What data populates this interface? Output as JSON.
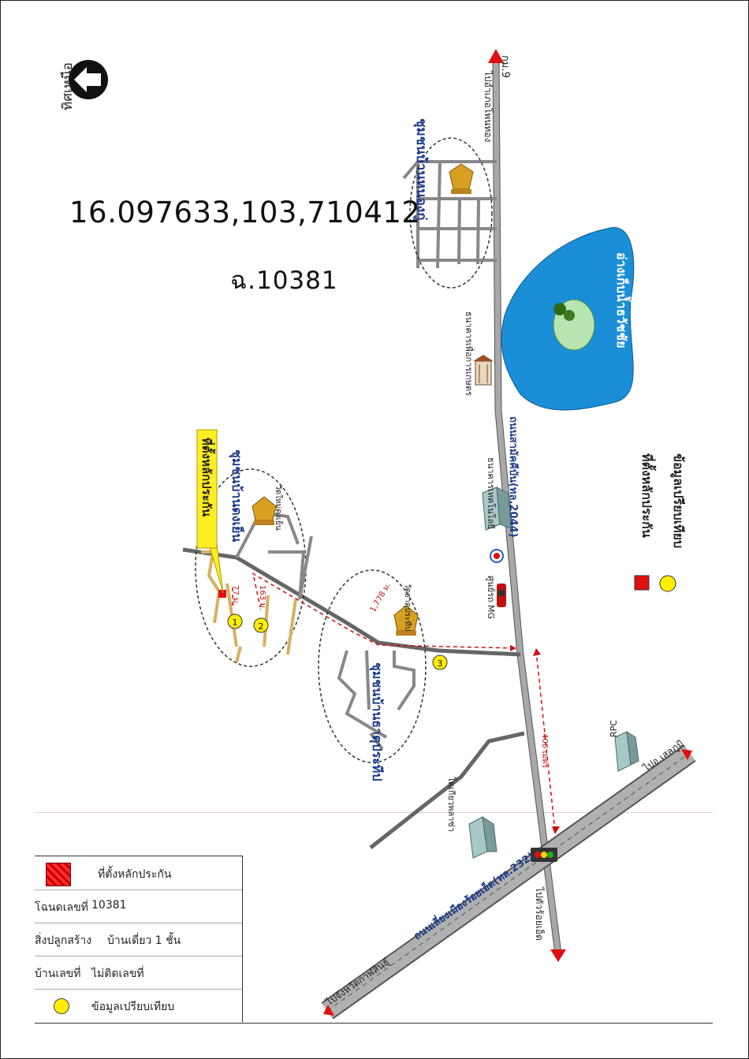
{
  "coords": "16.097633,103,710412",
  "deed": "ฉ.10381",
  "north_label": "ทิศเหนือ",
  "km_label": "กม.9",
  "roads": {
    "to_phon_thong": "ไปอำเภอโพนทอง",
    "route_2044": "ถนนสามัคคีบัน(ทล.2044)",
    "bypass_232": "ถนนเลี่ยงเมืองร้อยเอ็ด(ทล.232)",
    "to_selaphum": "ไปอ.เสลภูมิ",
    "to_kalasin": "ไปจังหวัดกาฬสินธุ์",
    "to_roi_et": "ไปตัวร้อยเอ็ด"
  },
  "places": {
    "community_nong_ku": "ชุมชนบ้านหนองกู่",
    "community_dong_yen": "ชุมชนบ้านดงเย็น",
    "community_that_prathip": "ชุมชนบ้านธาตุประทีป",
    "reservoir": "อ่างเก็บน้ำธวัชชัย",
    "temple_that": "วัดธาตุประทีป",
    "temple_dong": "วัดใหม่ดงเย็น",
    "bank": "ธนาคารเพื่อการเกษตร",
    "school": "ธนาคารเทคโนโลยี",
    "mg_center": "ศูนย์รถ MG",
    "rpc": "RPC",
    "market": "โตเกียวพลาซ่า",
    "collateral_callout": "ที่ตั้งหลักประกัน"
  },
  "distances": {
    "d1": "77 ม.",
    "d2": "163 ม.",
    "d3": "1,778 ม.",
    "d4": "400 เมตร"
  },
  "markers": [
    "1",
    "2",
    "3"
  ],
  "right_legend": {
    "collateral": "ที่ตั้งหลักประกัน",
    "comparison": "ข้อมูลเปรียบเทียบ"
  },
  "legend": {
    "row0_label": "ที่ตั้งหลักประกัน",
    "row1_label": "โฉนดเลขที่",
    "row1_value": "10381",
    "row2_label": "สิ่งปลูกสร้าง",
    "row2_value": "บ้านเดี่ยว 1 ชั้น",
    "row3_label": "บ้านเลขที่",
    "row3_value": "ไม่ติดเลขที่",
    "row4_label": "ข้อมูลเปรียบเทียบ"
  },
  "colors": {
    "road_main": "#9a9a9a",
    "reservoir": "#1a8fd8",
    "collateral": "#e01010",
    "marker": "#ffee00",
    "callout": "#ffee22",
    "dashed_route": "#d01010",
    "local_road": "#d8b060"
  },
  "icons": [
    "north-arrow-icon",
    "temple-icon",
    "building-icon",
    "traffic-light-icon",
    "fuel-station-icon",
    "car-icon"
  ]
}
